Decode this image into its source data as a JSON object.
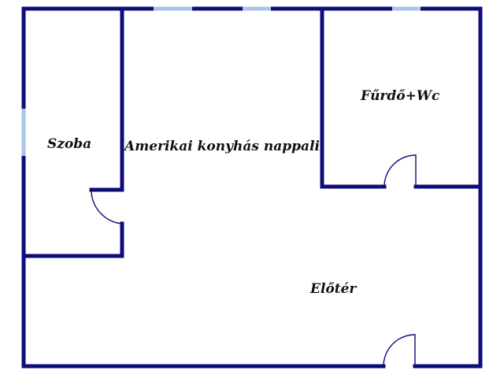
{
  "rooms": {
    "szoba": "Szoba",
    "nappali": "Amerikai konyhás nappali",
    "furdo": "Fűrdő+Wc",
    "eloter": "Előtér"
  },
  "colors": {
    "wall": "#0d0d7a",
    "window": "#a9c6e6",
    "background": "#ffffff"
  }
}
